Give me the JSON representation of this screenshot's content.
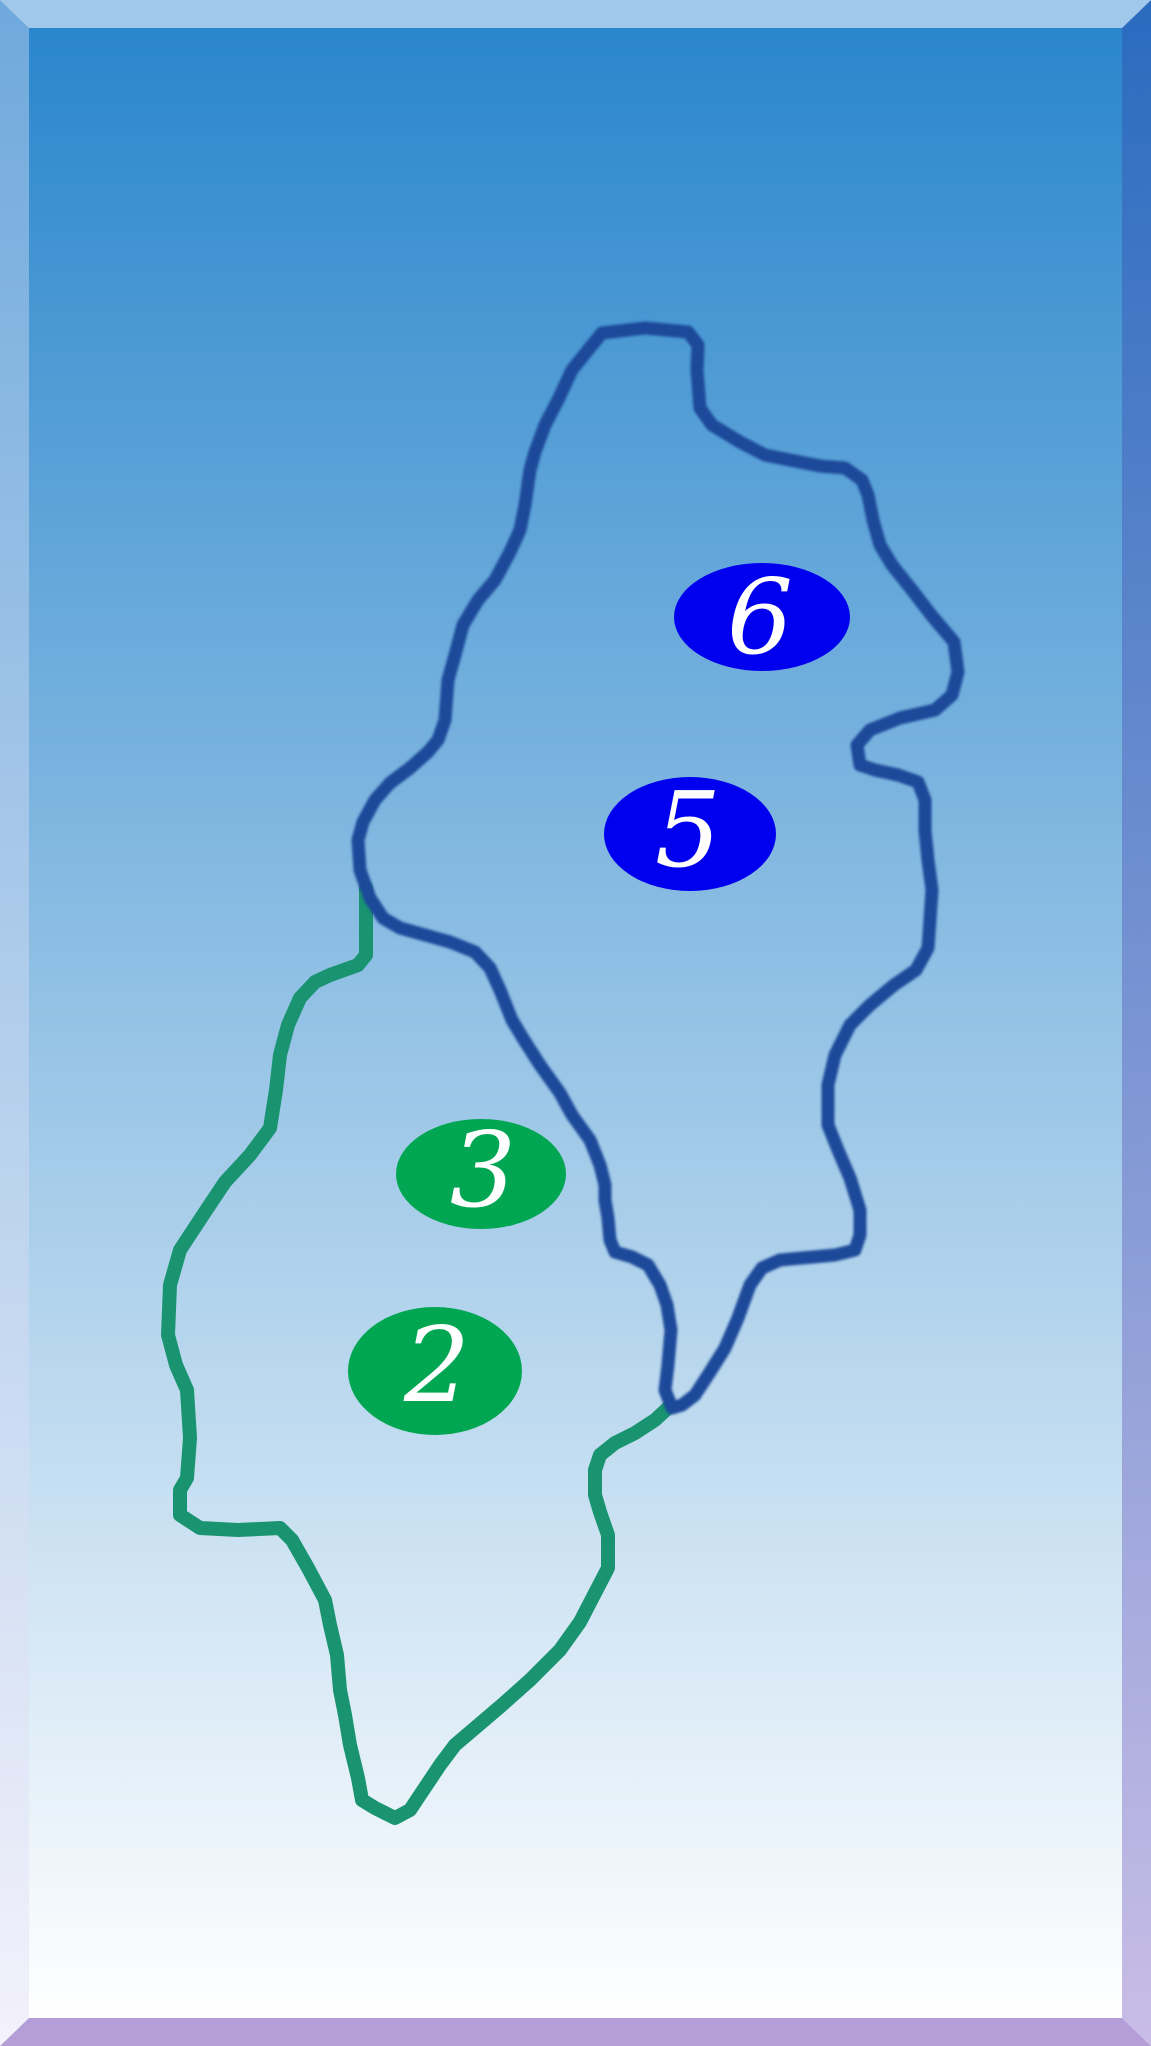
{
  "puzzle": {
    "colors": {
      "background_top": "#2a86cc",
      "background_bottom": "#ffffff",
      "frame_top": "#a0c8ea",
      "frame_left": "#6fa9dc",
      "frame_right": "#2a6bbf",
      "frame_bottom": "#b49ed8",
      "green_region": "#1a9470",
      "blue_region": "#1b4a9a",
      "green_badge": "#00a651",
      "blue_badge": "#0000ee"
    },
    "regions": [
      {
        "id": "green-region",
        "color_key": "green_region"
      },
      {
        "id": "blue-region",
        "color_key": "blue_region"
      }
    ],
    "badges": {
      "b6": {
        "label": "6",
        "color_key": "blue_badge"
      },
      "b5": {
        "label": "5",
        "color_key": "blue_badge"
      },
      "b3": {
        "label": "3",
        "color_key": "green_badge"
      },
      "b2": {
        "label": "2",
        "color_key": "green_badge"
      }
    }
  }
}
